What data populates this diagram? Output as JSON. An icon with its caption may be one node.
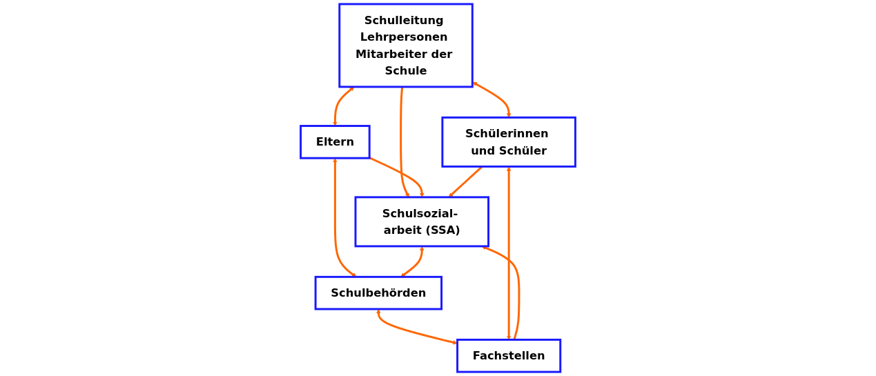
{
  "diagram": {
    "nodes": [
      {
        "text": [
          "Schulleitung Lehrpersonen Mitarbeiter der Schule"
        ]
      },
      {
        "text": [
          "Eltern"
        ]
      },
      {
        "text": [
          "Schulsozial- arbeit (SSA)"
        ]
      },
      {
        "text": [
          "Schulbehörden"
        ]
      },
      {
        "text": [
          "Schülerinnen und Schüler"
        ]
      },
      {
        "text": [
          "Fachstellen"
        ]
      }
    ],
    "edges": [
      {
        "from": 0,
        "to": 1,
        "arrow": "both"
      },
      {
        "from": 0,
        "to": 2,
        "arrow": "to"
      },
      {
        "from": 1,
        "to": 2,
        "arrow": "to"
      },
      {
        "from": 0,
        "to": 4,
        "arrow": "both"
      },
      {
        "from": 1,
        "to": 3,
        "arrow": "both"
      },
      {
        "from": 2,
        "to": 3,
        "arrow": "both"
      },
      {
        "from": 3,
        "to": 5,
        "arrow": "both"
      },
      {
        "from": 4,
        "to": 5,
        "arrow": "both"
      },
      {
        "from": 4,
        "to": 2,
        "arrow": "to"
      },
      {
        "from": 5,
        "to": 2,
        "arrow": "to"
      }
    ]
  }
}
